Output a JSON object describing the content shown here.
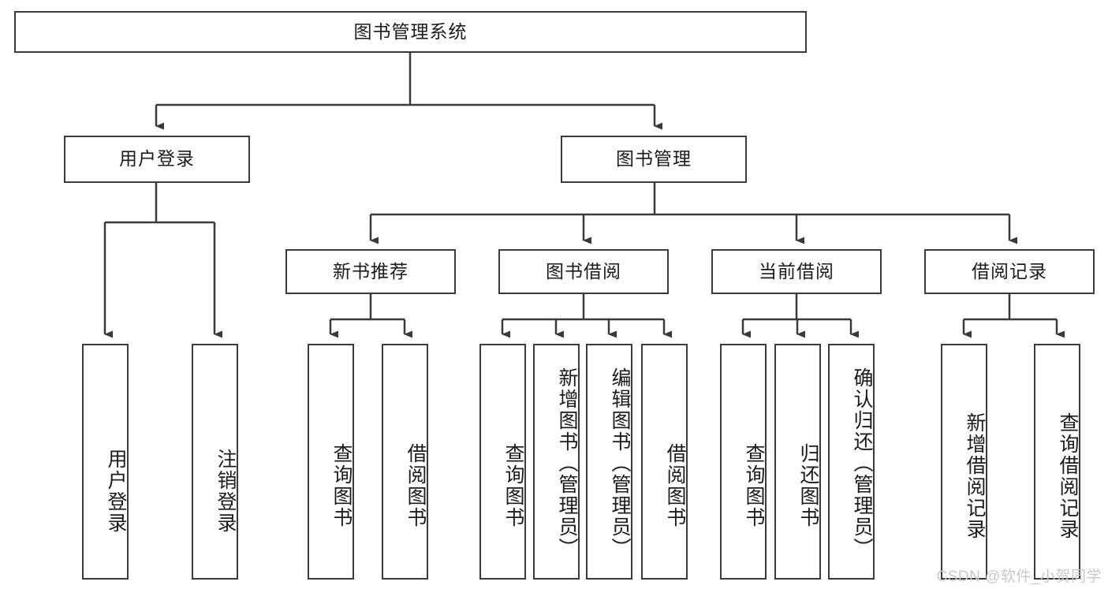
{
  "diagram": {
    "title": "图书管理系统",
    "root": {
      "label": "图书管理系统"
    },
    "level2": [
      {
        "label": "用户登录"
      },
      {
        "label": "图书管理"
      }
    ],
    "level3": [
      {
        "label": "新书推荐"
      },
      {
        "label": "图书借阅"
      },
      {
        "label": "当前借阅"
      },
      {
        "label": "借阅记录"
      }
    ],
    "leaves": {
      "user_login": [
        {
          "label": "用户登录"
        },
        {
          "label": "注销登录"
        }
      ],
      "new_book_recommend": [
        {
          "label": "查询图书"
        },
        {
          "label": "借阅图书"
        }
      ],
      "book_borrow": [
        {
          "label": "查询图书"
        },
        {
          "label": "新增图书（管理员）"
        },
        {
          "label": "编辑图书（管理员）"
        },
        {
          "label": "借阅图书"
        }
      ],
      "current_borrow": [
        {
          "label": "查询图书"
        },
        {
          "label": "归还图书"
        },
        {
          "label": "确认归还（管理员）"
        }
      ],
      "borrow_record": [
        {
          "label": "新增借阅记录"
        },
        {
          "label": "查询借阅记录"
        }
      ]
    }
  },
  "watermark": {
    "text": "CSDN @软件_小贺同学"
  },
  "colors": {
    "stroke": "#3a3a3a",
    "text": "#1b1b1b",
    "background": "#ffffff",
    "watermark": "#c9c9c9"
  }
}
